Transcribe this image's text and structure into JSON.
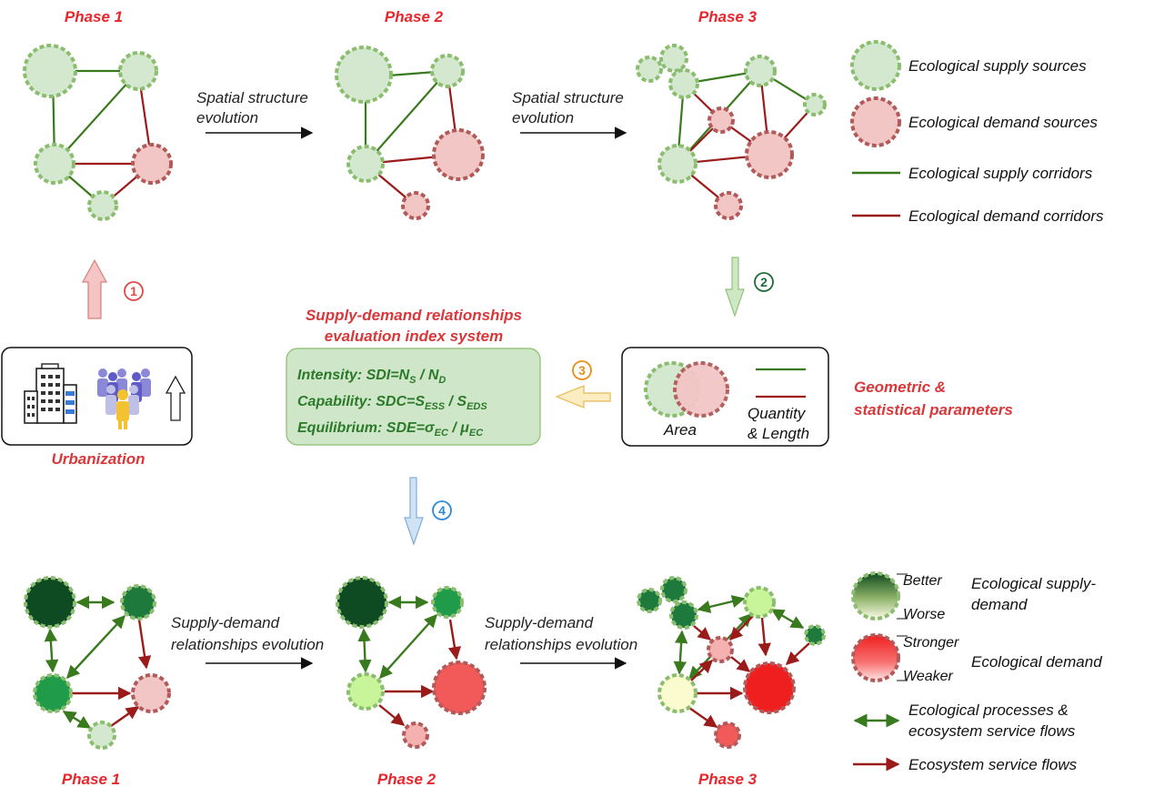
{
  "top_phases": [
    "Phase 1",
    "Phase 2",
    "Phase 3"
  ],
  "bottom_phases": [
    "Phase 1",
    "Phase 2",
    "Phase 3"
  ],
  "spatial_evolution": [
    "Spatial structure",
    "evolution"
  ],
  "sd_evolution": [
    "Supply-demand",
    "relationships evolution"
  ],
  "legend_top": {
    "supply_sources": "Ecological supply sources",
    "demand_sources": "Ecological demand sources",
    "supply_corridors": "Ecological supply corridors",
    "demand_corridors": "Ecological demand  corridors"
  },
  "legend_bottom": {
    "better": "Better",
    "worse": "Worse",
    "supply_demand_1": "Ecological supply-",
    "supply_demand_2": "demand",
    "stronger": "Stronger",
    "weaker": "Weaker",
    "demand": "Ecological demand",
    "processes_1": "Ecological processes &",
    "processes_2": "ecosystem service flows",
    "flows": "Ecosystem service flows"
  },
  "steps": [
    "①",
    "②",
    "③",
    "④"
  ],
  "index_system": {
    "title_1": "Supply-demand relationships",
    "title_2": "evaluation index system",
    "intensity": {
      "prefix": "Intensity: SDI=N",
      "sub1": "S",
      "mid": " / N",
      "sub2": "D"
    },
    "capability": {
      "prefix": "Capability: SDC=S",
      "sub1": "ESS",
      "mid": " / S",
      "sub2": "EDS"
    },
    "equilibrium": {
      "prefix": "Equilibrium: SDE=σ",
      "sub1": "EC",
      "mid": " / μ",
      "sub2": "EC"
    }
  },
  "params": {
    "area": "Area",
    "quantity": "Quantity",
    "length": "& Length",
    "label_1": "Geometric &",
    "label_2": "statistical parameters"
  },
  "urbanization": "Urbanization",
  "colors": {
    "phase_red": "#e8262b",
    "supply_fill": "#d4e8cf",
    "supply_stroke": "#8bbd6e",
    "demand_fill": "#f3c6c6",
    "demand_stroke": "#b25a5a",
    "supply_line": "#3a7a1e",
    "demand_line": "#9b1b1b",
    "index_box": "#cfe6c8",
    "index_text": "#2a7a2a",
    "title_red": "#d9383a"
  }
}
